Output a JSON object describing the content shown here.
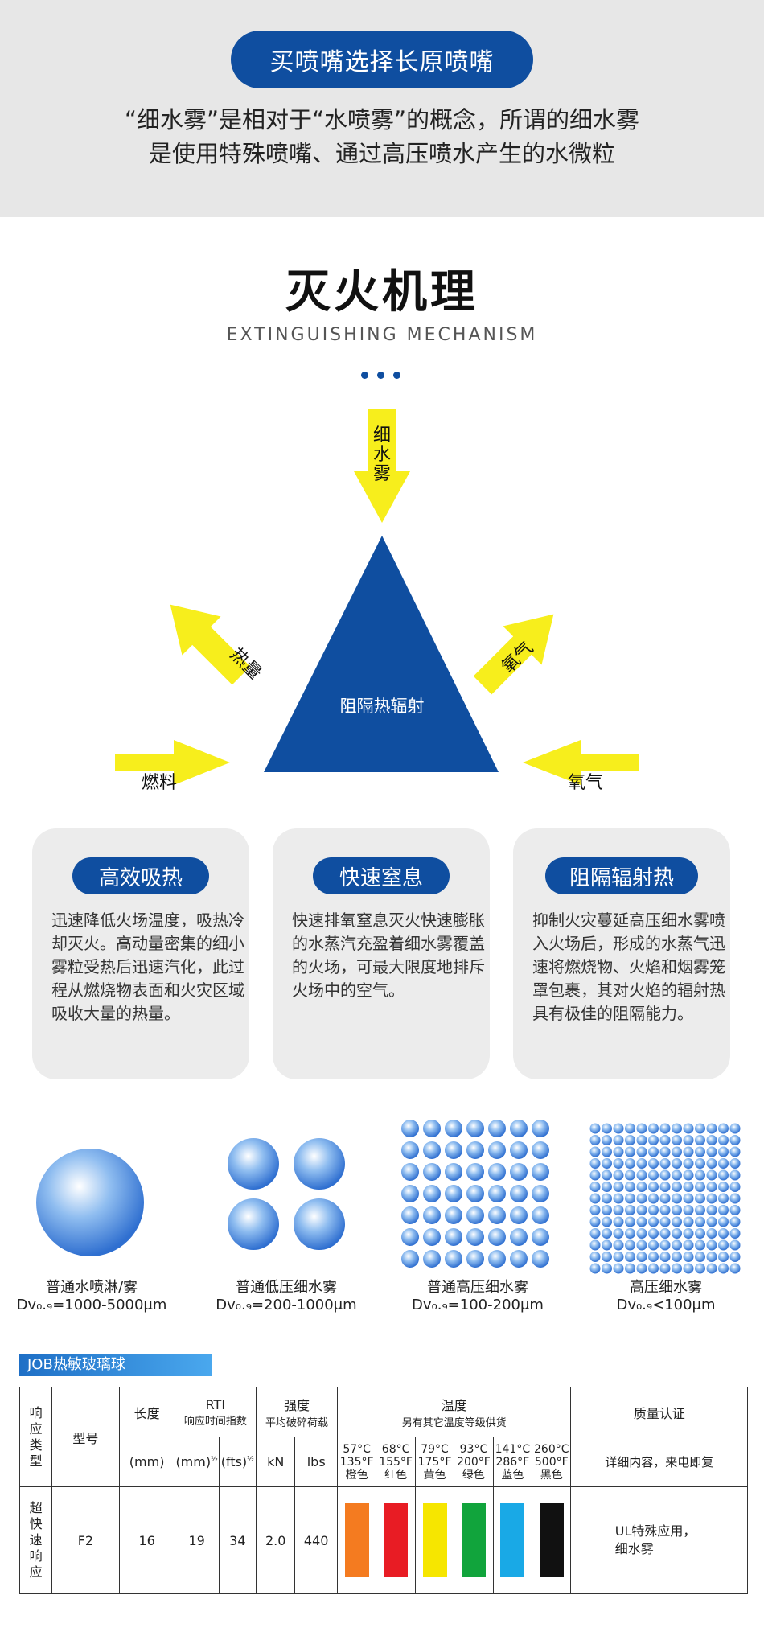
{
  "header": {
    "pill": "买喷嘴选择长原喷嘴",
    "intro_line1": "“细水雾”是相对于“水喷雾”的概念，所谓的细水雾",
    "intro_line2": "是使用特殊喷嘴、通过高压喷水产生的水微粒"
  },
  "mechanism": {
    "title": "灭火机理",
    "subtitle": "EXTINGUISHING MECHANISM",
    "center": "阻隔热辐射",
    "arrows": {
      "top": "细水雾",
      "heat": "热量",
      "oxygen_upper": "氧气",
      "fuel": "燃料",
      "oxygen_lower": "氧气"
    },
    "colors": {
      "blue": "#0f4ea0",
      "yellow": "#f7ee1c"
    }
  },
  "cards": [
    {
      "title": "高效吸热",
      "text": "迅速降低火场温度，吸热冷却灭火。高动量密集的细小雾粒受热后迅速汽化，此过程从燃烧物表面和火灾区域吸收大量的热量。"
    },
    {
      "title": "快速窒息",
      "text": "快速排氧窒息灭火快速膨胀的水蒸汽充盈着细水雾覆盖的火场，可最大限度地排斥火场中的空气。"
    },
    {
      "title": "阻隔辐射热",
      "text": "抑制火灾蔓延高压细水雾喷入火场后，形成的水蒸气迅速将燃烧物、火焰和烟雾笼罩包裹，其对火焰的辐射热具有极佳的阻隔能力。"
    }
  ],
  "droplets": [
    {
      "name": "普通水喷淋/雾",
      "spec": "Dv₀.₉=1000-5000μm"
    },
    {
      "name": "普通低压细水雾",
      "spec": "Dv₀.₉=200-1000μm"
    },
    {
      "name": "普通高压细水雾",
      "spec": "Dv₀.₉=100-200μm"
    },
    {
      "name": "高压细水雾",
      "spec": "Dv₀.₉<100μm"
    }
  ],
  "job": {
    "label": "JOB热敏玻璃球",
    "headers": {
      "type": "响应类型",
      "model": "型号",
      "length": "长度",
      "rti": "RTI",
      "rti_sub": "响应时间指数",
      "strength": "强度",
      "strength_sub": "平均破碎荷载",
      "temp": "温度",
      "temp_sub": "另有其它温度等级供货",
      "cert": "质量认证"
    },
    "units": {
      "length": "(mm)",
      "rti_mm": "(mm)",
      "rti_fts": "(fts)",
      "half": "½",
      "kn": "kN",
      "lbs": "lbs",
      "cert": "详细内容，来电即复"
    },
    "temps": [
      {
        "c": "57°C",
        "f": "135°F",
        "name": "橙色",
        "color": "#f47b20"
      },
      {
        "c": "68°C",
        "f": "155°F",
        "name": "红色",
        "color": "#e81c24"
      },
      {
        "c": "79°C",
        "f": "175°F",
        "name": "黄色",
        "color": "#f6e600"
      },
      {
        "c": "93°C",
        "f": "200°F",
        "name": "绿色",
        "color": "#11a43c"
      },
      {
        "c": "141°C",
        "f": "286°F",
        "name": "蓝色",
        "color": "#19a9e6"
      },
      {
        "c": "260°C",
        "f": "500°F",
        "name": "黑色",
        "color": "#111111"
      }
    ],
    "row": {
      "type": "超快速响应",
      "model": "F2",
      "length": "16",
      "rti_mm": "19",
      "rti_fts": "34",
      "kn": "2.0",
      "lbs": "440",
      "cert": "UL特殊应用，细水雾"
    }
  }
}
